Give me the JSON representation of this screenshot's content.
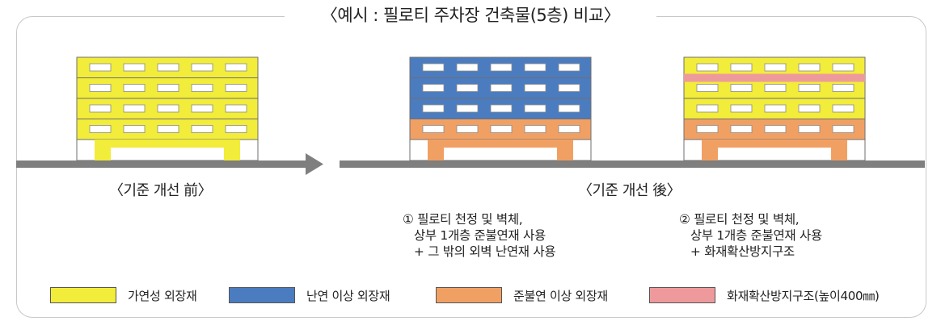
{
  "title": "〈예시 : 필로티 주차장 건축물(5층) 비교〉",
  "before_label": "〈기준 개선 前〉",
  "after_label": "〈기준 개선 後〉",
  "case1_note": "① 필로티 천정 및 벽체,\n   상부 1개층 준불연재 사용\n   + 그 밖의 외벽 난연재 사용",
  "case2_note": "② 필로티 천정 및 벽체,\n   상부 1개층 준불연재 사용\n   + 화재확산방지구조",
  "legend": [
    {
      "label": "가연성 외장재",
      "color": "#f2ec3a"
    },
    {
      "label": "난연 이상 외장재",
      "color": "#4b7cc0"
    },
    {
      "label": "준불연 이상 외장재",
      "color": "#f1a064"
    },
    {
      "label": "화재확산방지구조(높이400㎜)",
      "color": "#ee9a9c"
    }
  ],
  "buildings": [
    {
      "name": "before",
      "floors": [
        "#f2ec3a",
        "#f2ec3a",
        "#f2ec3a",
        "#f2ec3a"
      ],
      "columns": "#f2ec3a",
      "fire_band": false
    },
    {
      "name": "case1",
      "floors": [
        "#4b7cc0",
        "#4b7cc0",
        "#4b7cc0",
        "#f1a064"
      ],
      "columns": "#f1a064",
      "fire_band": false
    },
    {
      "name": "case2",
      "floors": [
        "#f2ec3a",
        "#f2ec3a",
        "#f2ec3a",
        "#f1a064"
      ],
      "columns": "#f1a064",
      "fire_band": true,
      "fire_band_color": "#ee9a9c"
    }
  ],
  "colors": {
    "ground": "#7f7f7f",
    "outline": "#6f6f6f"
  }
}
